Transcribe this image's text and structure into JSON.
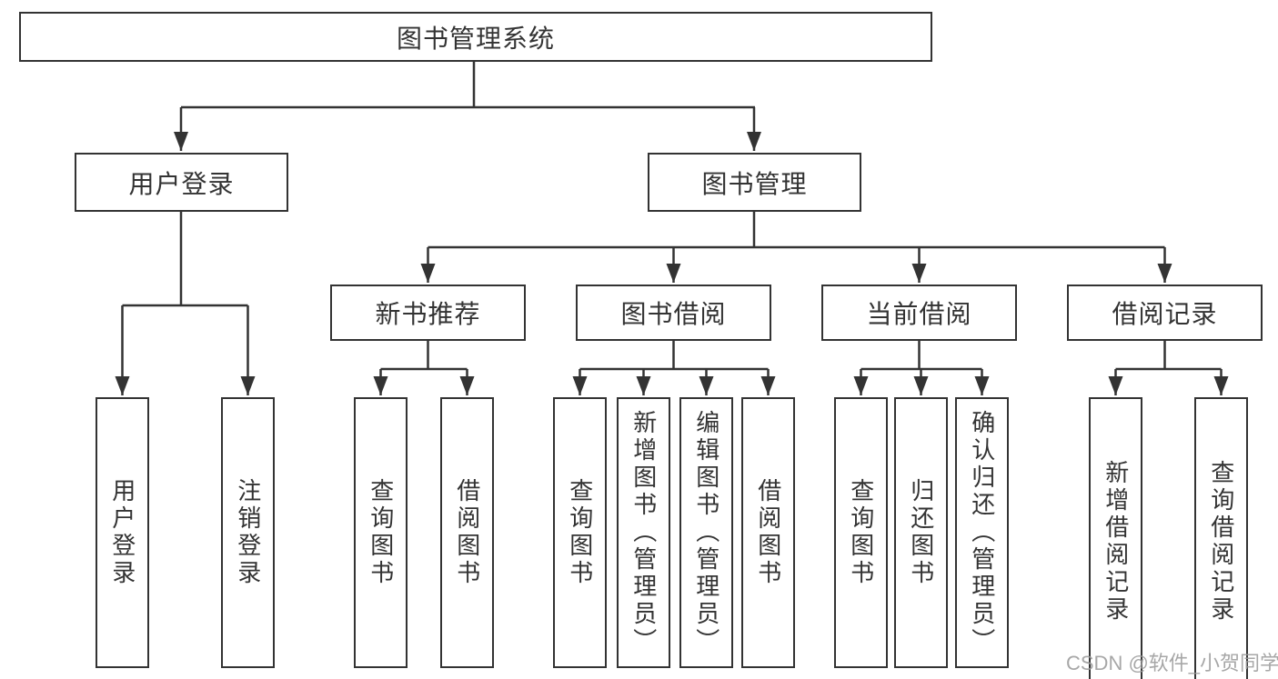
{
  "colors": {
    "line": "#333333",
    "box_border": "#333333",
    "box_background": "#ffffff",
    "text": "#333333",
    "page_background": "#ffffff",
    "watermark": "#9b9b9b"
  },
  "tree": {
    "root": {
      "label": "图书管理系统"
    },
    "branches": [
      {
        "label": "用户登录",
        "children": [
          {
            "label": "用户登录"
          },
          {
            "label": "注销登录"
          }
        ]
      },
      {
        "label": "图书管理",
        "children": [
          {
            "label": "新书推荐",
            "children": [
              {
                "label": "查询图书"
              },
              {
                "label": "借阅图书"
              }
            ]
          },
          {
            "label": "图书借阅",
            "children": [
              {
                "label": "查询图书"
              },
              {
                "label": "新增图书（管理员）"
              },
              {
                "label": "编辑图书（管理员）"
              },
              {
                "label": "借阅图书"
              }
            ]
          },
          {
            "label": "当前借阅",
            "children": [
              {
                "label": "查询图书"
              },
              {
                "label": "归还图书"
              },
              {
                "label": "确认归还（管理员）"
              }
            ]
          },
          {
            "label": "借阅记录",
            "children": [
              {
                "label": "新增借阅记录"
              },
              {
                "label": "查询借阅记录"
              }
            ]
          }
        ]
      }
    ]
  },
  "watermark": {
    "text": "CSDN @软件_小贺同学"
  }
}
